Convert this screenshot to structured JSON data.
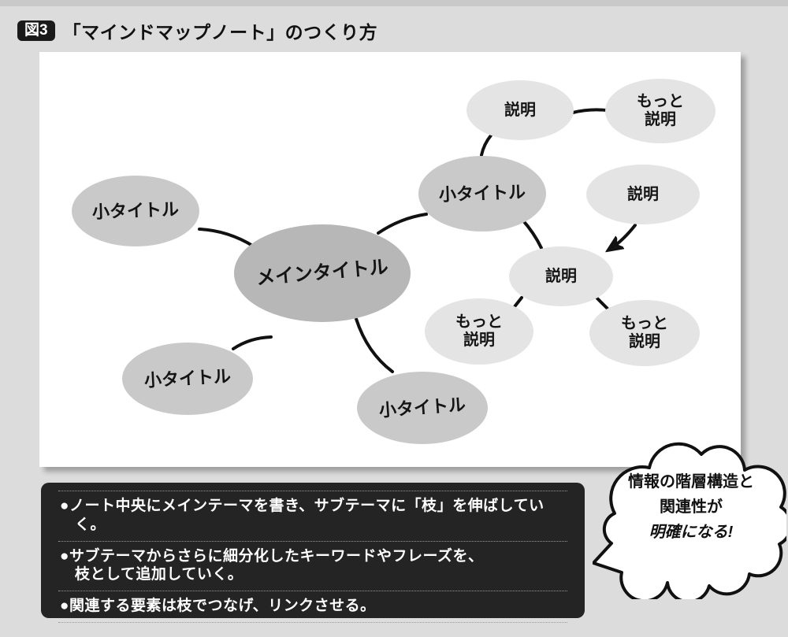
{
  "header": {
    "badge": "図3",
    "title": "「マインドマップノート」のつくり方"
  },
  "mindmap": {
    "nodes": [
      {
        "id": "main-title",
        "label": "メインタイトル",
        "level": "main"
      },
      {
        "id": "sub-left",
        "label": "小タイトル",
        "level": "sub"
      },
      {
        "id": "sub-top",
        "label": "小タイトル",
        "level": "sub"
      },
      {
        "id": "sub-bottom-left",
        "label": "小タイトル",
        "level": "sub"
      },
      {
        "id": "sub-bottom-center",
        "label": "小タイトル",
        "level": "sub"
      },
      {
        "id": "leaf-top",
        "label": "説明",
        "level": "leaf"
      },
      {
        "id": "leaf-top-right",
        "label": "もっと\n説明",
        "level": "leaf"
      },
      {
        "id": "leaf-right",
        "label": "説明",
        "level": "leaf"
      },
      {
        "id": "leaf-mid-right",
        "label": "説明",
        "level": "leaf"
      },
      {
        "id": "leaf-bottom-mid",
        "label": "もっと\n説明",
        "level": "leaf"
      },
      {
        "id": "leaf-bottom-right",
        "label": "もっと\n説明",
        "level": "leaf"
      }
    ]
  },
  "notes": {
    "items": [
      "●ノート中央にメインテーマを書き、サブテーマに「枝」を伸ばしていく。",
      "●サブテーマからさらに細分化したキーワードやフレーズを、\n枝として追加していく。",
      "●関連する要素は枝でつなげ、リンクさせる。"
    ]
  },
  "bubble": {
    "lines": [
      "情報の階層構造と",
      "関連性が",
      "明確になる!"
    ]
  },
  "colors": {
    "page_background": "#dcdcdc",
    "canvas_background": "#ffffff",
    "node_main": "#b7b7b7",
    "node_sub": "#c9c9c9",
    "node_leaf": "#e4e4e4",
    "connector_line": "#111111",
    "notes_background": "#242424",
    "notes_text": "#ffffff",
    "badge_background": "#1a1a1a"
  }
}
